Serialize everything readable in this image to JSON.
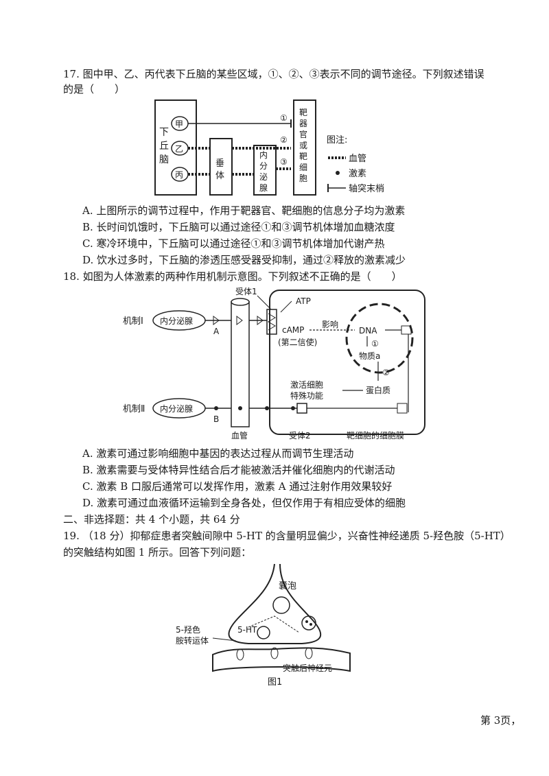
{
  "q17": {
    "stem_line1": "17. 图中甲、乙、丙代表下丘脑的某些区域，①、②、③表示不同的调节途径。下列叙述错误",
    "stem_line2": "的是（　　）",
    "figure": {
      "hypothalamus": "下丘脑",
      "areas": [
        "甲",
        "乙",
        "丙"
      ],
      "pituitary": "垂体",
      "endocrine_gland": "内分泌腺",
      "target": "靶器官或靶细胞",
      "routes": [
        "①",
        "②",
        "③"
      ],
      "legend_title": "图注:",
      "legend_items": [
        "血管",
        "激素",
        "轴突末梢"
      ]
    },
    "options": [
      "A. 上图所示的调节过程中，作用于靶器官、靶细胞的信息分子均为激素",
      "B. 长时间饥饿时，下丘脑可以通过途径①和③调节机体增加血糖浓度",
      "C. 寒冷环境中，下丘脑可以通过途径①和③调节机体增加代谢产热",
      "D. 饮水过多时，下丘脑的渗透压感受器受抑制，通过②释放的激素减少"
    ]
  },
  "q18": {
    "stem": "18. 如图为人体激素的两种作用机制示意图。下列叙述不正确的是（　　）",
    "figure": {
      "mech1": "机制Ⅰ",
      "mech2": "机制Ⅱ",
      "gland": "内分泌腺",
      "label_a": "A",
      "label_b": "B",
      "receptor1": "受体1",
      "receptor2": "受体2",
      "atp": "ATP",
      "camp": "cAMP",
      "second_messenger": "(第二信使)",
      "influence": "影响",
      "dna": "DNA",
      "step1": "①",
      "step2": "②",
      "substance_a": "物质a",
      "protein": "蛋白质",
      "activate_line1": "激活细胞",
      "activate_line2": "特殊功能",
      "vessel": "血管",
      "membrane": "靶细胞的细胞膜"
    },
    "options": [
      "A. 激素可通过影响细胞中基因的表达过程从而调节生理活动",
      "B. 激素需要与受体特异性结合后才能被激活并催化细胞内的代谢活动",
      "C. 激素 B 口服后通常可以发挥作用，激素 A 通过注射作用效果较好",
      "D. 激素可通过血液循环运输到全身各处，但仅作用于有相应受体的细胞"
    ]
  },
  "section2": "二、非选择题：共 4 个小题，共 64 分",
  "q19": {
    "stem_line1": "19. （18 分）抑郁症患者突触间隙中 5-HT 的含量明显偏少，兴奋性神经递质 5-羟色胺（5-HT）",
    "stem_line2": "的突触结构如图 1 所示。回答下列问题：",
    "figure": {
      "vesicle": "囊泡",
      "transporter_line1": "5-羟色",
      "transporter_line2": "胺转运体",
      "neurotransmitter": "5-HT",
      "postsynaptic": "突触后神经元",
      "caption": "图1"
    }
  },
  "page_number": "第 3页，"
}
